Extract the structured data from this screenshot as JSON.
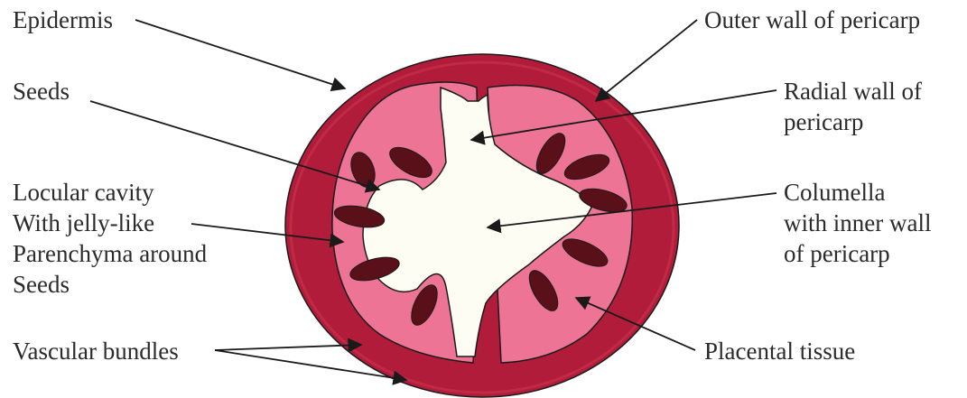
{
  "colors": {
    "epidermis": "#b01c3a",
    "pericarp": "#e2445c",
    "placenta": "#ee7496",
    "locule": "#fefdf3",
    "seed": "#5a1018",
    "outline": "#1a1a1a",
    "text": "#2b2b2b"
  },
  "labels": {
    "epidermis": "Epidermis",
    "seeds": "Seeds",
    "locular_cavity": [
      "Locular cavity",
      "With jelly-like",
      "Parenchyma around",
      "Seeds"
    ],
    "vascular_bundles": "Vascular bundles",
    "outer_wall": "Outer wall of pericarp",
    "radial_wall": [
      "Radial wall of",
      "pericarp"
    ],
    "columella": [
      "Columella",
      "with inner wall",
      "of pericarp"
    ],
    "placental_tissue": "Placental tissue"
  }
}
